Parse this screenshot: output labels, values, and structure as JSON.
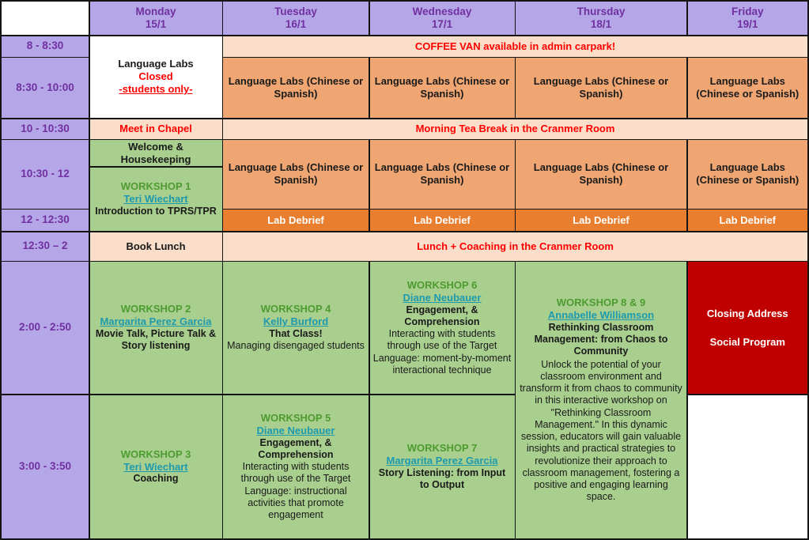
{
  "colors": {
    "lavender": "#b5a6e8",
    "purple_text": "#7030a0",
    "peach": "#fbdec9",
    "orange": "#f0a672",
    "dark_orange": "#e87e2e",
    "green": "#a9cf8f",
    "green_title_text": "#4e9b30",
    "teal_link_text": "#1e9aae",
    "red_text": "#ff0000",
    "dark_red": "#c00000"
  },
  "days": [
    {
      "name": "Monday",
      "date": "15/1"
    },
    {
      "name": "Tuesday",
      "date": "16/1"
    },
    {
      "name": "Wednesday",
      "date": "17/1"
    },
    {
      "name": "Thursday",
      "date": "18/1"
    },
    {
      "name": "Friday",
      "date": "19/1"
    }
  ],
  "times": {
    "t1": "8 - 8:30",
    "t2": "8:30 - 10:00",
    "t3": "10 - 10:30",
    "t4": "10:30 - 12",
    "t5": "12 - 12:30",
    "t6": "12:30 – 2",
    "t7": "2:00 - 2:50",
    "t8": "3:00 - 3:50"
  },
  "shared": {
    "language_labs": "Language Labs (Chinese or Spanish)",
    "lab_debrief": "Lab Debrief"
  },
  "banners": {
    "coffee_van": "COFFEE VAN available in admin carpark!",
    "morning_tea": "Morning Tea Break in the Cranmer Room",
    "lunch": "Lunch + Coaching in the Cranmer Room"
  },
  "monday": {
    "labs_closed": {
      "title": "Language Labs",
      "status": "Closed",
      "note": "-students only-"
    },
    "meet_chapel": "Meet in Chapel",
    "welcome": "Welcome & Housekeeping",
    "book_lunch": "Book Lunch",
    "w1": {
      "title": "WORKSHOP 1",
      "presenter": "Teri Wiechart",
      "topic": "Introduction to TPRS/TPR"
    },
    "w2": {
      "title": "WORKSHOP 2",
      "presenter": "Margarita Perez Garcia",
      "topic": "Movie Talk, Picture Talk & Story listening"
    },
    "w3": {
      "title": "WORKSHOP 3",
      "presenter": "Teri Wiechart",
      "topic": "Coaching"
    }
  },
  "tuesday": {
    "w4": {
      "title": "WORKSHOP 4",
      "presenter": "Kelly Burford",
      "topic": "That Class!",
      "description": "Managing disengaged students"
    },
    "w5": {
      "title": "WORKSHOP 5",
      "presenter": "Diane Neubauer",
      "topic": "Engagement, & Comprehension",
      "description": "Interacting with students through use of the Target Language: instructional activities that promote engagement"
    }
  },
  "wednesday": {
    "w6": {
      "title": "WORKSHOP 6",
      "presenter": "Diane Neubauer",
      "topic": "Engagement, & Comprehension",
      "description": "Interacting with students through use of the Target Language: moment-by-moment interactional technique"
    },
    "w7": {
      "title": "WORKSHOP 7",
      "presenter": "Margarita Perez Garcia",
      "topic": "Story Listening: from Input to Output"
    }
  },
  "thursday": {
    "w89": {
      "title": "WORKSHOP 8 & 9",
      "presenter": "Annabelle Williamson",
      "topic": "Rethinking Classroom Management: from Chaos to Community",
      "description": "Unlock the potential of your classroom environment and transform it from chaos to community in this interactive workshop on \"Rethinking Classroom Management.\" In this dynamic session, educators will gain valuable insights and practical strategies to revolutionize their approach to classroom management, fostering a positive and engaging learning space."
    }
  },
  "friday": {
    "closing": {
      "line1": "Closing Address",
      "line2": "Social Program"
    }
  }
}
